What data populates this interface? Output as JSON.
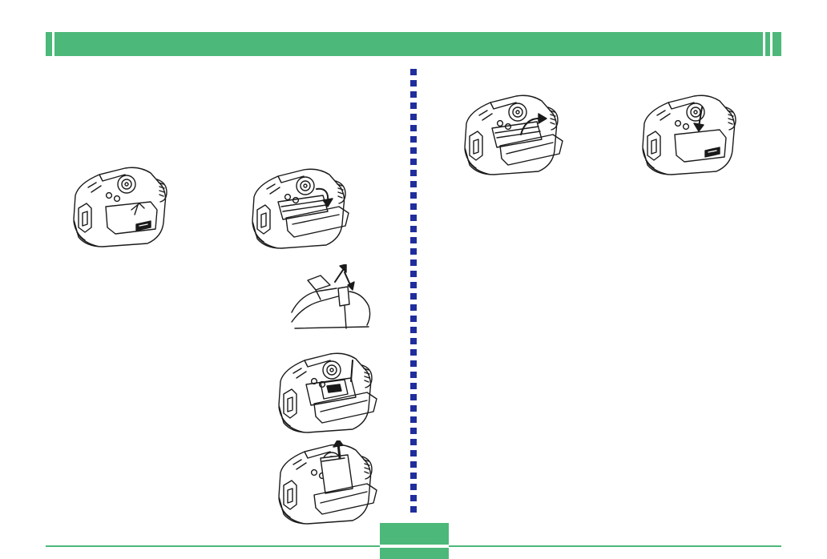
{
  "header": {
    "title": ""
  },
  "footer": {
    "page_number": ""
  },
  "colors": {
    "accent_green": "#4cb87a",
    "divider_blue": "#1f2e9c",
    "line_art": "#1a1a1a"
  },
  "illustrations": [
    {
      "name": "camera-closed-cover-open-arrow"
    },
    {
      "name": "camera-cover-opening"
    },
    {
      "name": "card-eject-lever"
    },
    {
      "name": "camera-card-slot-open"
    },
    {
      "name": "camera-card-removal"
    },
    {
      "name": "camera-cover-closing"
    },
    {
      "name": "camera-cover-locked"
    }
  ]
}
